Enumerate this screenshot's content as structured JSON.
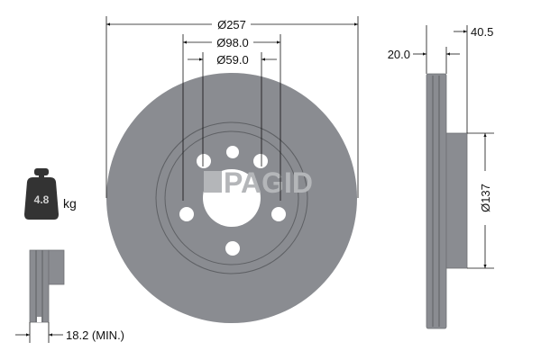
{
  "dimensions": {
    "outer_diameter": "Ø257",
    "bolt_circle": "Ø98.0",
    "center_bore": "Ø59.0",
    "hat_diameter": "Ø137",
    "total_height": "40.5",
    "disc_thickness": "20.0",
    "min_thickness": "18.2 (MIN.)"
  },
  "weight": {
    "value": "4.8",
    "unit": "kg"
  },
  "logo": "PAGID",
  "colors": {
    "disc": "#8a8c91",
    "logo": "#b4b6b9",
    "ink": "#111111"
  }
}
